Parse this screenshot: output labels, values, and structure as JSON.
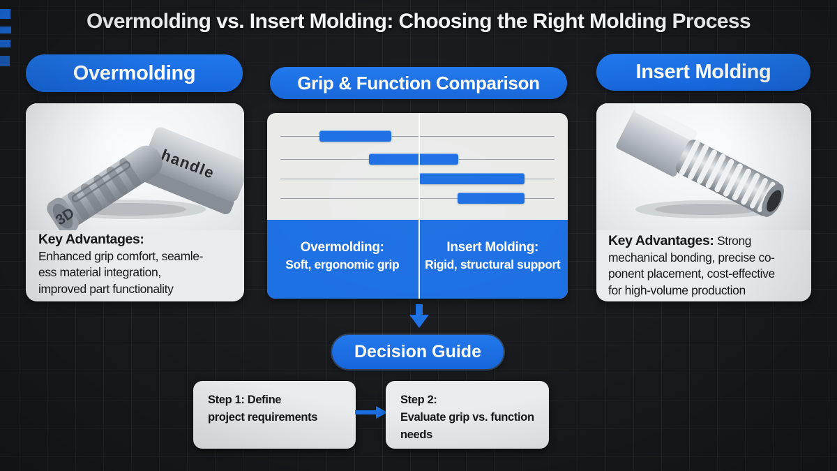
{
  "title": "Overmolding vs. Insert Molding: Choosing the Right Molding Process",
  "colors": {
    "accent_blue": "#1b6fe3",
    "page_bg": "#17191c",
    "panel_bg": "#e9ebed",
    "dark_text": "#17181a"
  },
  "left_column": {
    "header": "Overmolding",
    "image_caption": "handle",
    "image_end_cap": "3D",
    "adv_bold": "Key Advantages:",
    "adv_lines": [
      "Enhanced grip comfort, seamle-",
      "ess material integration,",
      "improved part functionality"
    ]
  },
  "right_column": {
    "header": "Insert Molding",
    "adv_bold": "Key Advantages:",
    "adv_inline": "Strong",
    "adv_lines": [
      "mechanical bonding, precise co-",
      "ponent placement, cost-effective",
      "for high-volume production"
    ]
  },
  "chart_data": {
    "type": "bar",
    "title": "Grip & Function Comparison",
    "rows": 4,
    "gridline_inset_pct": 4.4,
    "divider_pct": 50.3,
    "bars": [
      {
        "row": 1,
        "row_top_pct": 21.6,
        "left_pct": 17.4,
        "width_pct": 24.0
      },
      {
        "row": 2,
        "row_top_pct": 43.1,
        "left_pct": 33.9,
        "width_pct": 29.7
      },
      {
        "row": 3,
        "row_top_pct": 61.4,
        "left_pct": 50.6,
        "width_pct": 35.0
      },
      {
        "row": 4,
        "row_top_pct": 79.7,
        "left_pct": 63.3,
        "width_pct": 22.3
      }
    ],
    "legend_left": {
      "title": "Overmolding:",
      "subtitle": "Soft, ergonomic grip"
    },
    "legend_right": {
      "title": "Insert Molding:",
      "subtitle": "Rigid, structural support"
    }
  },
  "decision": {
    "label": "Decision Guide"
  },
  "steps": {
    "step1_lines": [
      "Step 1: Define",
      "project requirements"
    ],
    "step2_lines": [
      "Step 2:",
      "Evaluate grip vs. function",
      "needs"
    ]
  }
}
